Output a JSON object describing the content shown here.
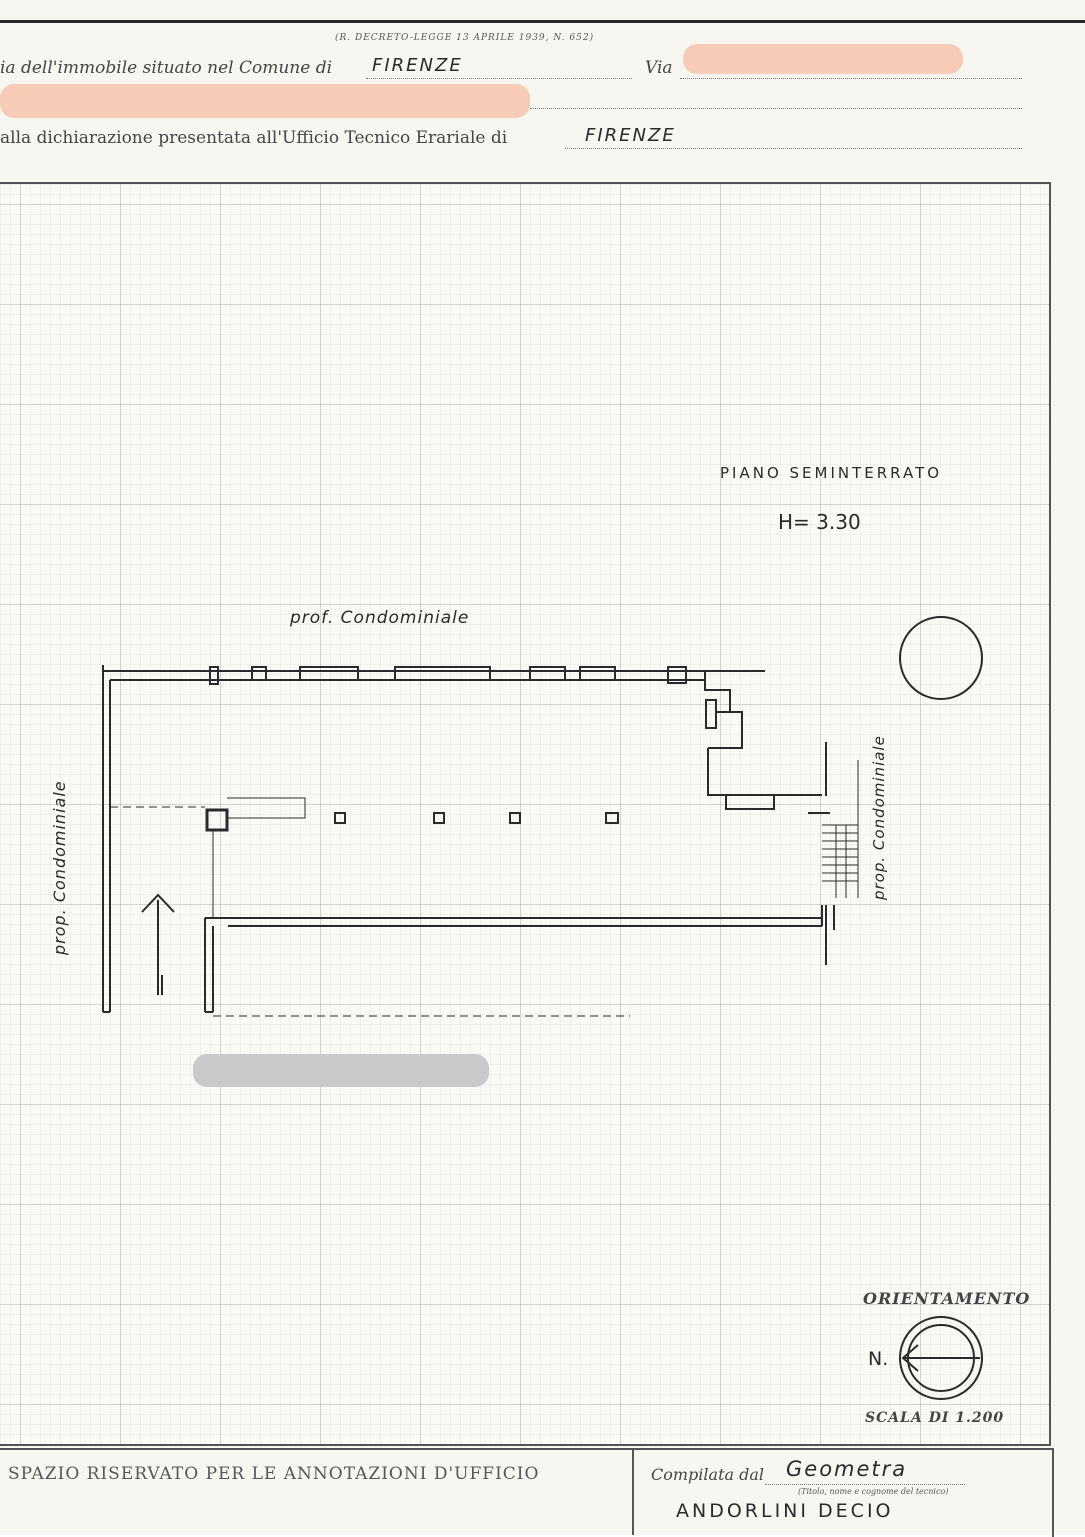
{
  "header": {
    "decree": "(R. DECRETO-LEGGE 13 APRILE 1939, N. 652)",
    "line1_prefix": "ia dell'immobile situato nel Comune di",
    "line1_comune": "FIRENZE",
    "line1_via_label": "Via",
    "line3_prefix": "alla dichiarazione presentata all'Ufficio Tecnico Erariale di",
    "line3_office": "FIRENZE"
  },
  "plan": {
    "floor_title": "PIANO SEMINTERRATO",
    "height": "H= 3.30",
    "label_top": "prof. Condominiale",
    "label_left": "prop. Condominiale",
    "label_right": "prop. Condominiale"
  },
  "orientation": {
    "title": "ORIENTAMENTO",
    "north": "N.",
    "scale": "SCALA DI 1.200"
  },
  "footer": {
    "office_space": "SPAZIO RISERVATO PER LE ANNOTAZIONI D'UFFICIO",
    "compiled_by": "Compilata dal",
    "profession": "Geometra",
    "hint": "(Titolo, nome e cognome del tecnico)",
    "author": "ANDORLINI DECIO"
  },
  "colors": {
    "paper": "#f7f6f1",
    "ink": "#2a2a2a",
    "redaction_pink": "#f7cbb6",
    "redaction_grey": "#c9c9c9"
  }
}
